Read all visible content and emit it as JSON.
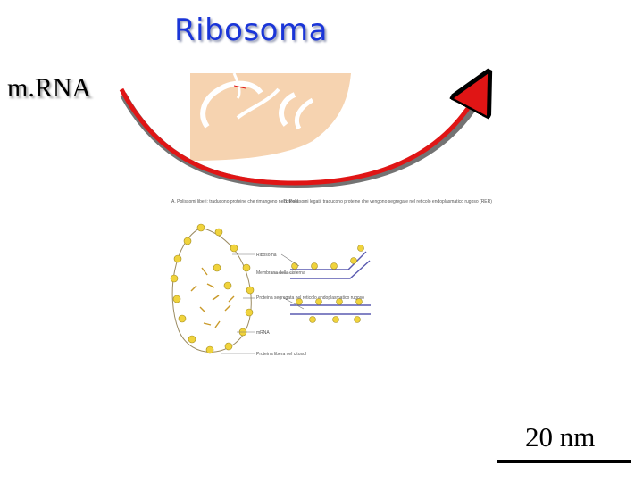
{
  "title": "Ribosoma",
  "labels": {
    "mrna": "m.RNA",
    "scale": "20 nm"
  },
  "figure": {
    "panel_a_caption": "A. Polissomi liberi: traducono proteine che rimangono nel citosol",
    "panel_b_caption": "B. Polissomi legati: traducono proteine che vengono segregate nel reticolo endoplasmatico rugoso (RER)",
    "callouts": [
      "Ribosoma",
      "Membrana della cisterna",
      "Proteina segregata nel reticolo endoplasmatico rugoso",
      "mRNA",
      "Proteina libera nel citosol"
    ]
  },
  "colors": {
    "title": "#1a35d8",
    "arrow": "#e01515",
    "ribosome_fill": "#f6d3b0",
    "ribosome_dot": "#f0d33c",
    "membrane": "#5a5ab0"
  }
}
